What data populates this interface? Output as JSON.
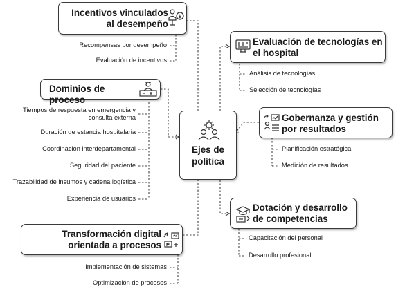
{
  "center": {
    "label": "Ejes de política",
    "icon": "people-gear-icon"
  },
  "topics": [
    {
      "id": "incentivos",
      "label": "Incentivos vinculados al desempeño",
      "icon": "person-money-icon",
      "subtopics": [
        "Recompensas por desempeño",
        "Evaluación de incentivos"
      ]
    },
    {
      "id": "dominios",
      "label": "Dominios de proceso",
      "icon": "hospital-staff-icon",
      "subtopics": [
        "Tiempos de respuesta en emergencia y consulta externa",
        "Duración de estancia hospitalaria",
        "Coordinación interdepartamental",
        "Seguridad del paciente",
        "Trazabilidad de insumos y cadena logística",
        "Experiencia de usuarios"
      ]
    },
    {
      "id": "transformacion",
      "label": "Transformación digital orientada a procesos",
      "icon": "digital-process-icon",
      "subtopics": [
        "Implementación de sistemas",
        "Optimización de procesos"
      ]
    },
    {
      "id": "evaluacion",
      "label": "Evaluación de tecnologías en el hospital",
      "icon": "monitor-icon",
      "subtopics": [
        "Análisis de tecnologías",
        "Selección de tecnologías"
      ]
    },
    {
      "id": "gobernanza",
      "label": "Gobernanza y gestión por resultados",
      "icon": "governance-chart-icon",
      "subtopics": [
        "Planificación estratégica",
        "Medición de resultados"
      ]
    },
    {
      "id": "dotacion",
      "label": "Dotación y desarrollo de competencias",
      "icon": "graduate-icon",
      "subtopics": [
        "Capacitación del personal",
        "Desarrollo profesional"
      ]
    }
  ]
}
